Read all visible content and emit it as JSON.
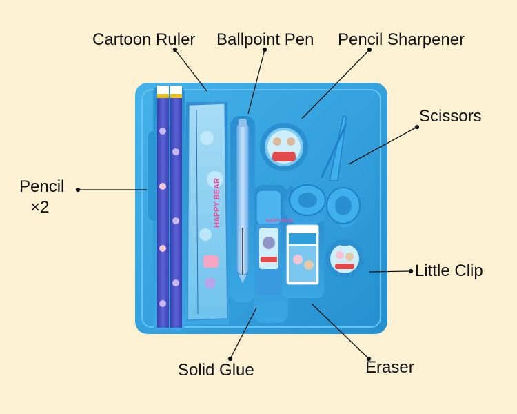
{
  "background_color": "#fdf1d4",
  "tray_color": "#2f9fdc",
  "labels": {
    "cartoon_ruler": "Cartoon Ruler",
    "ballpoint_pen": "Ballpoint Pen",
    "pencil_sharpener": "Pencil Sharpener",
    "scissors": "Scissors",
    "pencil": "Pencil",
    "pencil_count": "×2",
    "little_clip": "Little Clip",
    "solid_glue": "Solid Glue",
    "eraser": "Eraser"
  },
  "ruler_text": "HAPPY BEAR",
  "glue_text": "HAPPY BEAR"
}
